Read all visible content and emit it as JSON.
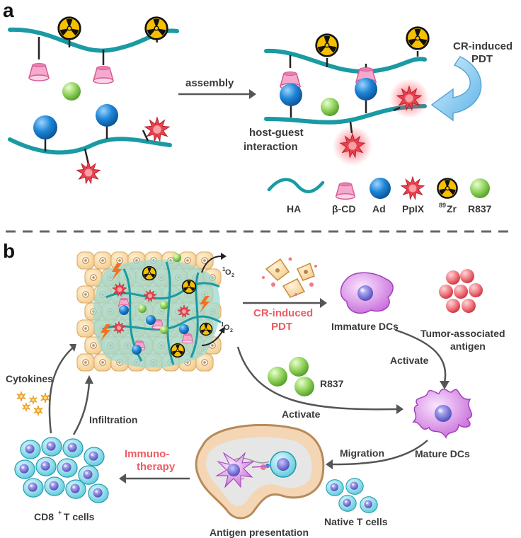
{
  "panel_a": {
    "letter": "a",
    "assembly_label": "assembly",
    "cr_pdt_line1": "CR-induced",
    "cr_pdt_line2": "PDT",
    "host_guest_line1": "host-guest",
    "host_guest_line2": "interaction",
    "legend": [
      {
        "icon": "ha-wave-icon",
        "label": "HA"
      },
      {
        "icon": "beta-cd-cup-icon",
        "label": "β-CD"
      },
      {
        "icon": "ad-sphere-icon",
        "label": "Ad"
      },
      {
        "icon": "pplx-star-icon",
        "label": "PpIX"
      },
      {
        "icon": "radiation-icon",
        "label": "Zr",
        "sup": "89"
      },
      {
        "icon": "r837-sphere-icon",
        "label": "R837"
      }
    ]
  },
  "panel_b": {
    "letter": "b",
    "singlet_oxygen": {
      "sup": "1",
      "main": "O",
      "sub": "2"
    },
    "cr_pdt_line1": "CR-induced",
    "cr_pdt_line2": "PDT",
    "immature_dcs": "Immature DCs",
    "tumor_antigen_line1": "Tumor-associated",
    "tumor_antigen_line2": "antigen",
    "activate_right": "Activate",
    "r837": "R837",
    "activate_center": "Activate",
    "mature_dcs": "Mature DCs",
    "migration": "Migration",
    "native_t_cells": "Native T cells",
    "antigen_presentation": "Antigen presentation",
    "immuno_line1": "Immuno-",
    "immuno_line2": "therapy",
    "cd8_main": "CD8",
    "cd8_sup": "+",
    "cd8_rest": " T cells",
    "cytokines": "Cytokines",
    "infiltration": "Infiltration"
  },
  "colors": {
    "ha": "#1a9aa3",
    "cd": "#f08ab8",
    "ad": "#1a7fd0",
    "pplx": "#e8424e",
    "r837": "#7cc544",
    "highlight_text": "#ef5b62",
    "divider": "#666666"
  }
}
